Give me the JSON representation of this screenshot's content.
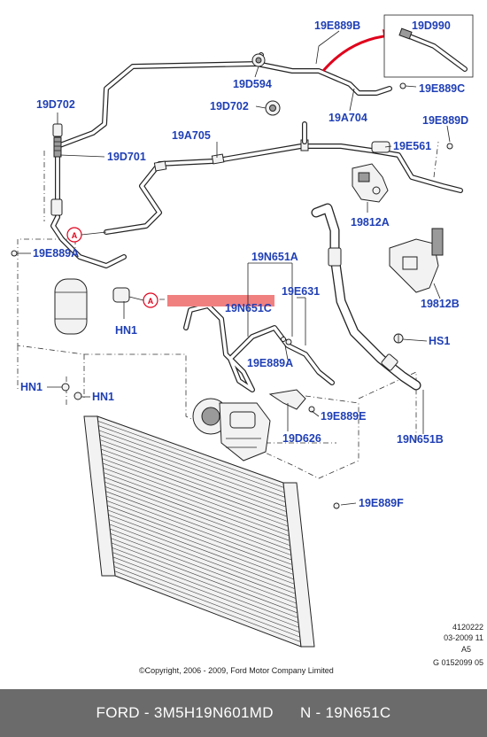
{
  "callouts": {
    "c19E889B": "19E889B",
    "c19D990": "19D990",
    "c19D594": "19D594",
    "c19E889C": "19E889C",
    "c19D702a": "19D702",
    "c19D702b": "19D702",
    "c19A704": "19A704",
    "c19E889D": "19E889D",
    "c19A705": "19A705",
    "c19D701": "19D701",
    "c19E561": "19E561",
    "c19812A": "19812A",
    "c19E889A_l": "19E889A",
    "c19N651A": "19N651A",
    "c19812B": "19812B",
    "c19E631": "19E631",
    "c19N651C": "19N651C",
    "cHN1_r": "HN1",
    "cHS1": "HS1",
    "c19E889A_m": "19E889A",
    "cHN1_l": "HN1",
    "cHN1_b": "HN1",
    "c19E889E": "19E889E",
    "c19N651B": "19N651B",
    "c19D626": "19D626",
    "c19E889F": "19E889F",
    "markA": "A"
  },
  "meta": {
    "line1": "4120222",
    "line2": "03-2009 11",
    "line3": "A5",
    "line4": "G 0152099 05"
  },
  "copyright": "©Copyright, 2006 - 2009, Ford Motor Company Limited",
  "footer": {
    "text": "FORD - 3M5H19N601MD      N - 19N651C"
  },
  "colors": {
    "label": "#1f3fb5",
    "highlight": "#f08080",
    "arrow": "#e0001b",
    "footer_bg": "#6b6b6b"
  }
}
